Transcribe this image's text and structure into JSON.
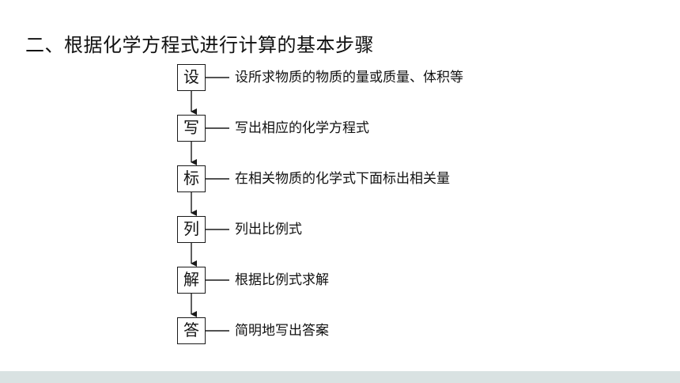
{
  "title": "二、根据化学方程式进行计算的基本步骤",
  "steps": [
    {
      "label": "设",
      "description": "设所求物质的物质的量或质量、体积等"
    },
    {
      "label": "写",
      "description": "写出相应的化学方程式"
    },
    {
      "label": "标",
      "description": "在相关物质的化学式下面标出相关量"
    },
    {
      "label": "列",
      "description": "列出比例式"
    },
    {
      "label": "解",
      "description": "根据比例式求解"
    },
    {
      "label": "答",
      "description": "简明地写出答案"
    }
  ],
  "colors": {
    "line": "#1a1a1a",
    "text": "#111111",
    "bottom_band": "#d9e2e2"
  }
}
